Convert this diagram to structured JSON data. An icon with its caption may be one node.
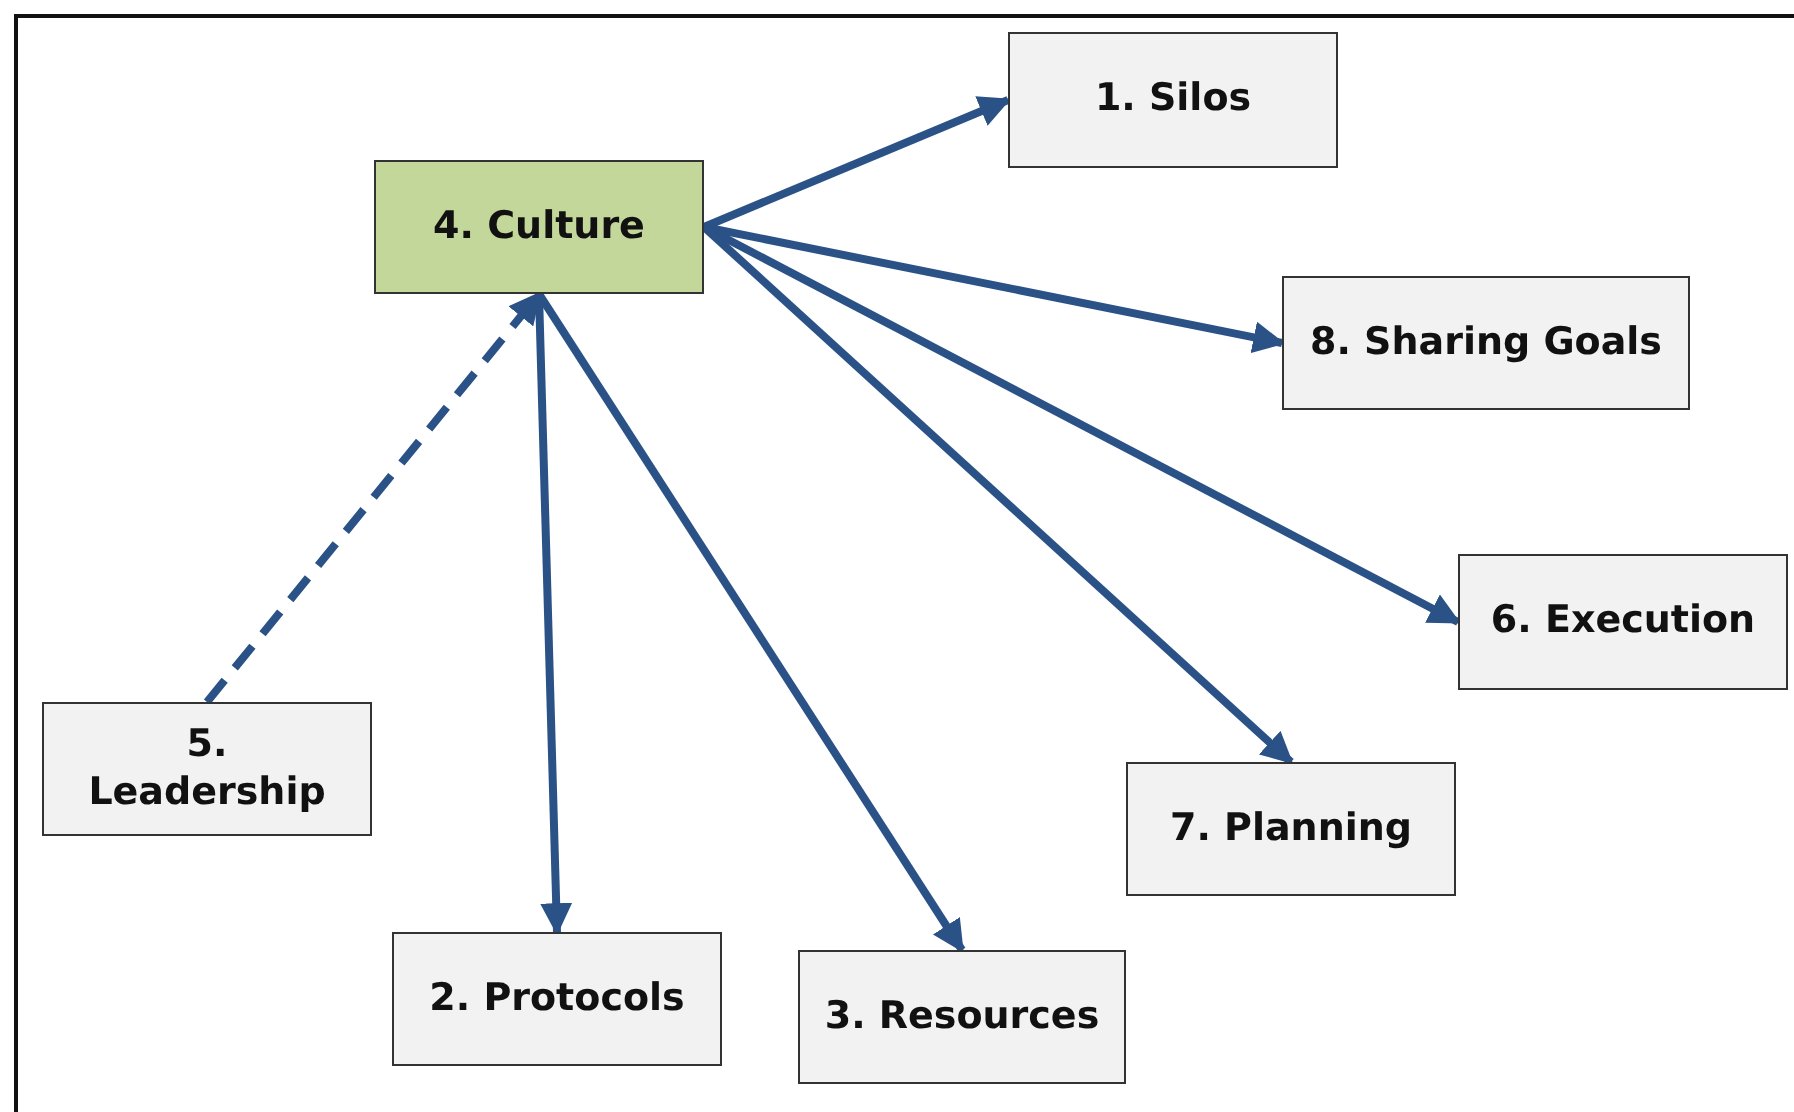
{
  "diagram": {
    "nodes": [
      {
        "text": [
          "1. Silos"
        ]
      },
      {
        "text": [
          "4. Culture"
        ]
      },
      {
        "text": [
          "8. Sharing Goals"
        ]
      },
      {
        "text": [
          "6. Execution"
        ]
      },
      {
        "text": [
          "5. Leadership"
        ]
      },
      {
        "text": [
          "7. Planning"
        ]
      },
      {
        "text": [
          "2. Protocols"
        ]
      },
      {
        "text": [
          "3. Resources"
        ]
      }
    ],
    "edges": [
      {
        "from": 1,
        "to": 0,
        "arrow": "to"
      },
      {
        "from": 1,
        "to": 2,
        "arrow": "to"
      },
      {
        "from": 1,
        "to": 3,
        "arrow": "to"
      },
      {
        "from": 1,
        "to": 5,
        "arrow": "to"
      },
      {
        "from": 1,
        "to": 6,
        "arrow": "to"
      },
      {
        "from": 1,
        "to": 7,
        "arrow": "to"
      },
      {
        "from": 4,
        "to": 1,
        "arrow": "to",
        "style": "dashed"
      }
    ]
  }
}
